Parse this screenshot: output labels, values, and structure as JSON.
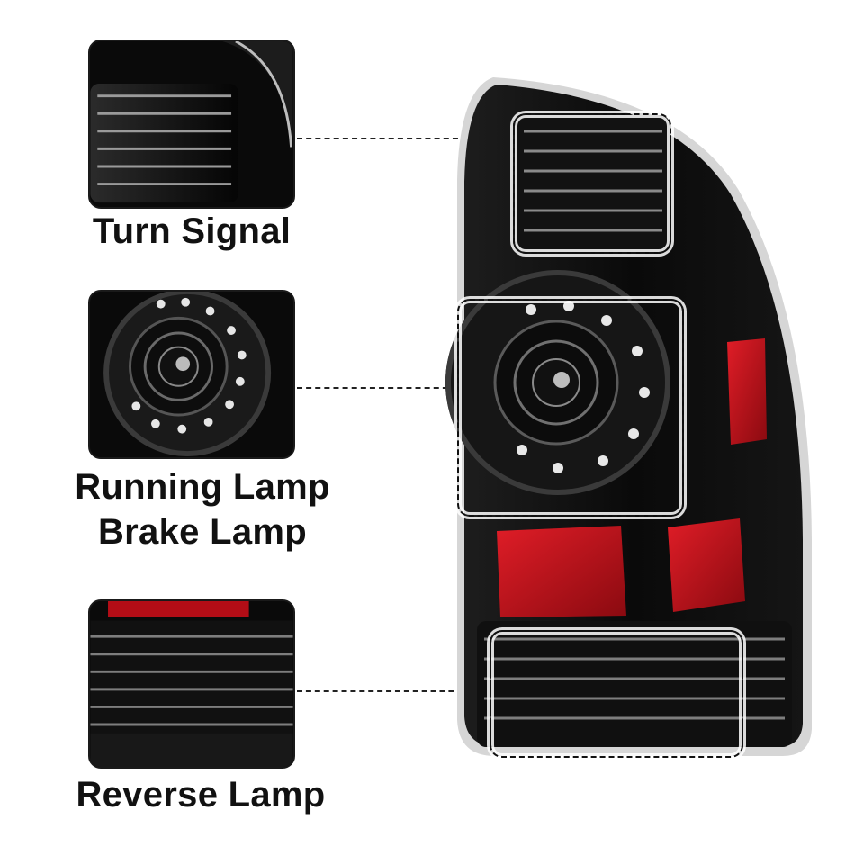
{
  "callouts": {
    "turn_signal": "Turn Signal",
    "running_brake_line1": "Running Lamp",
    "running_brake_line2": "Brake Lamp",
    "reverse": "Reverse Lamp"
  },
  "colors": {
    "housing": "#0b0b0b",
    "red_lens": "#c8101a",
    "chrome_edge": "#d8d8d8",
    "background": "#ffffff"
  }
}
